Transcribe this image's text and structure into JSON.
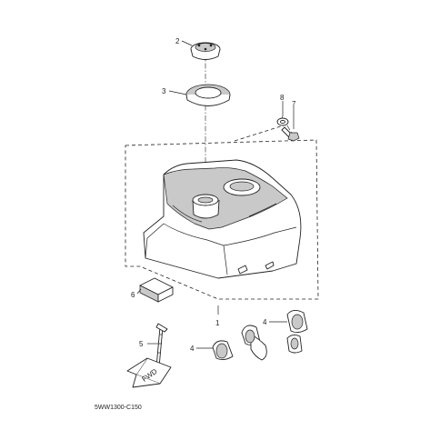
{
  "diagram_code": "5WW1300-C150",
  "fwd_label": "FWD",
  "callouts": {
    "cap": "2",
    "cap_seal": "3",
    "washer": "8",
    "bolt": "7",
    "fuel_tank": "1",
    "damper_pad": "6",
    "band": "5",
    "grommet_right": "4",
    "grommet_left": "4"
  }
}
